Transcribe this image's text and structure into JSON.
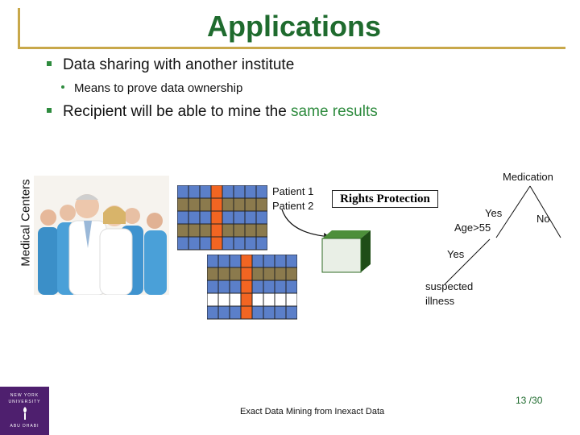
{
  "title": "Applications",
  "bullets": {
    "b1": "Data sharing with another institute",
    "b1_sub": "Means to prove data ownership",
    "b2_prefix": "Recipient will be able to mine the ",
    "b2_highlight": "same results"
  },
  "side_label": "Medical Centers",
  "patients": {
    "p1": "Patient 1",
    "p2": "Patient 2"
  },
  "rights_label": "Rights Protection",
  "tree": {
    "root": "Medication",
    "yes_top": "Yes",
    "no_top": "No",
    "node": "Age>55",
    "yes_mid": "Yes",
    "leaf_line1": "suspected",
    "leaf_line2": "illness"
  },
  "footer_text": "Exact Data Mining from Inexact Data",
  "page_number": "13 /30",
  "logo": {
    "line1": "NEW YORK",
    "line2": "UNIVERSITY",
    "line3": "ABU DHABI"
  },
  "colors": {
    "title": "#1f6b2e",
    "accent_line": "#c8a84a",
    "grid_blue": "#5b7fc9",
    "grid_brown": "#8b7a4d",
    "grid_orange": "#f26522",
    "cube": "#2f6b24",
    "logo_bg": "#4e1f6e"
  }
}
